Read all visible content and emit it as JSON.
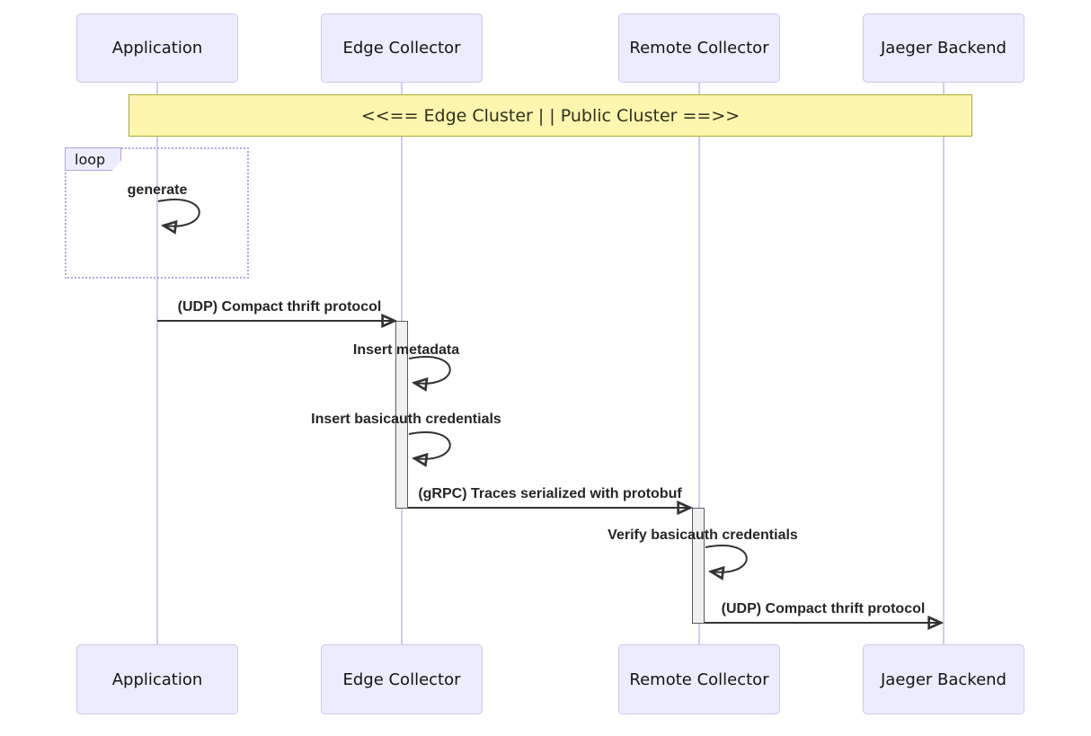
{
  "diagram": {
    "type": "sequence-diagram",
    "participants": [
      {
        "label": "Application"
      },
      {
        "label": "Edge Collector"
      },
      {
        "label": "Remote Collector"
      },
      {
        "label": "Jaeger Backend"
      }
    ],
    "note": {
      "text": "<<== Edge Cluster | | Public Cluster ==>>"
    },
    "loop_fragment": {
      "label": "loop",
      "self_message": {
        "from": "Application",
        "to": "Application",
        "text": "generate"
      }
    },
    "messages": [
      {
        "from": "Application",
        "to": "Edge Collector",
        "text": "(UDP) Compact thrift protocol",
        "style": "solid-arrow"
      },
      {
        "from": "Edge Collector",
        "to": "Edge Collector",
        "text": "Insert metadata",
        "style": "self-loop"
      },
      {
        "from": "Edge Collector",
        "to": "Edge Collector",
        "text": "Insert basicauth credentials",
        "style": "self-loop"
      },
      {
        "from": "Edge Collector",
        "to": "Remote Collector",
        "text": "(gRPC) Traces serialized with protobuf",
        "style": "solid-arrow"
      },
      {
        "from": "Remote Collector",
        "to": "Remote Collector",
        "text": "Verify basicauth credentials",
        "style": "self-loop"
      },
      {
        "from": "Remote Collector",
        "to": "Jaeger Backend",
        "text": "(UDP) Compact thrift protocol",
        "style": "solid-arrow"
      }
    ],
    "colors": {
      "participant_fill": "#ececff",
      "participant_border": "#cfc7ea",
      "lifeline": "#d5c9f2",
      "note_fill": "#fdf6af",
      "note_border": "#aaaa33",
      "loop_border": "#b5a5dd",
      "activation_fill": "#f0f0f0",
      "activation_border": "#5b5b5b",
      "arrow": "#333333",
      "text": "#1a1a1a"
    }
  }
}
